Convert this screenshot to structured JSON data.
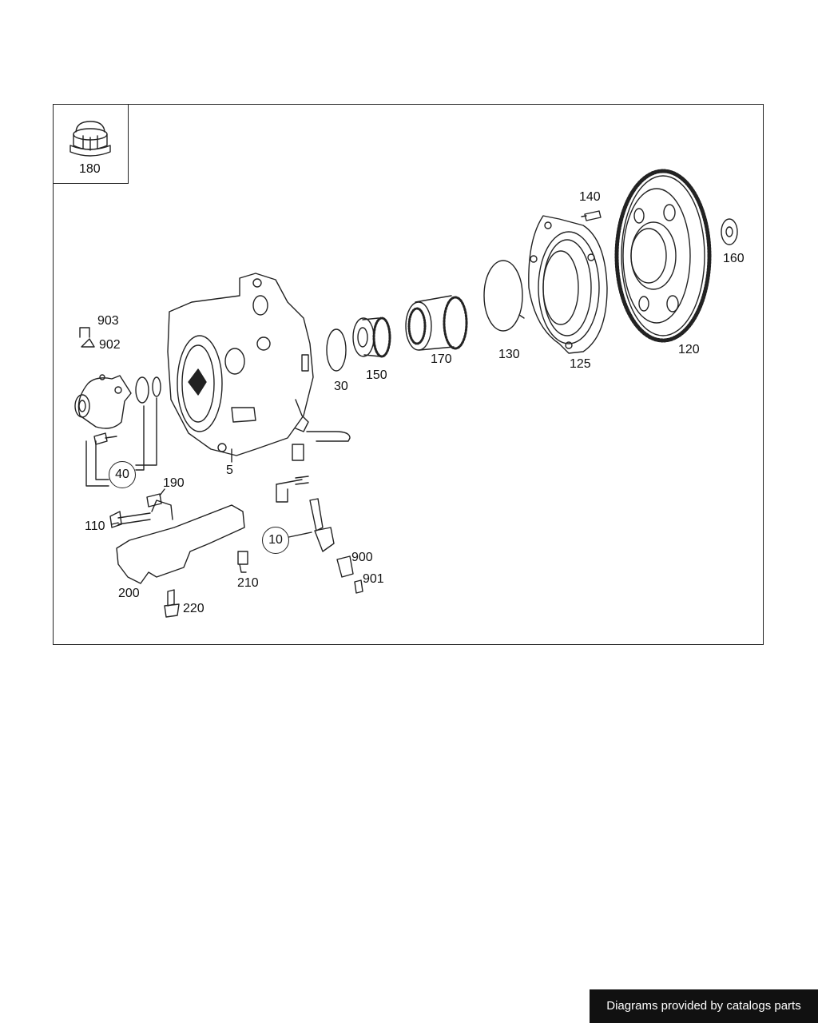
{
  "inset": {
    "label": "180"
  },
  "callouts": {
    "c5": "5",
    "c10": "10",
    "c30": "30",
    "c40": "40",
    "c110": "110",
    "c120": "120",
    "c125": "125",
    "c130": "130",
    "c140": "140",
    "c150": "150",
    "c160": "160",
    "c170": "170",
    "c190": "190",
    "c200": "200",
    "c210": "210",
    "c220": "220",
    "c900": "900",
    "c901": "901",
    "c902": "902",
    "c903": "903"
  },
  "footer": {
    "text": "Diagrams provided by catalogs parts"
  }
}
